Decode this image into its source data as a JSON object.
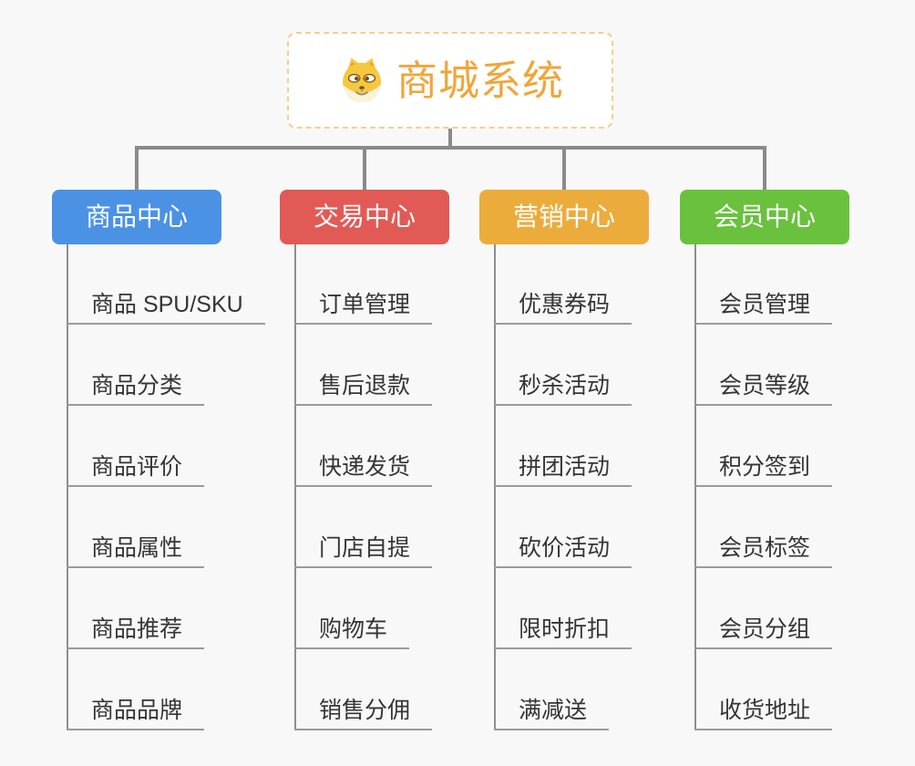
{
  "root": {
    "title": "商城系统",
    "icon": "shiba-dog-icon"
  },
  "branches": [
    {
      "label": "商品中心",
      "color": "#4B92E5",
      "children": [
        "商品 SPU/SKU",
        "商品分类",
        "商品评价",
        "商品属性",
        "商品推荐",
        "商品品牌"
      ]
    },
    {
      "label": "交易中心",
      "color": "#E25A56",
      "children": [
        "订单管理",
        "售后退款",
        "快递发货",
        "门店自提",
        "购物车",
        "销售分佣"
      ]
    },
    {
      "label": "营销中心",
      "color": "#ECAC3C",
      "children": [
        "优惠券码",
        "秒杀活动",
        "拼团活动",
        "砍价活动",
        "限时折扣",
        "满减送"
      ]
    },
    {
      "label": "会员中心",
      "color": "#6AC13E",
      "children": [
        "会员管理",
        "会员等级",
        "积分签到",
        "会员标签",
        "会员分组",
        "收货地址"
      ]
    }
  ],
  "colors": {
    "background": "#F8F8F8",
    "connector": "#8A8A8A",
    "trunk": "#8E8E8E",
    "leaf_underline": "#9B9B9B",
    "leaf_text": "#353535",
    "root_accent": "#F0A63A",
    "root_border": "#F6CE8C"
  }
}
